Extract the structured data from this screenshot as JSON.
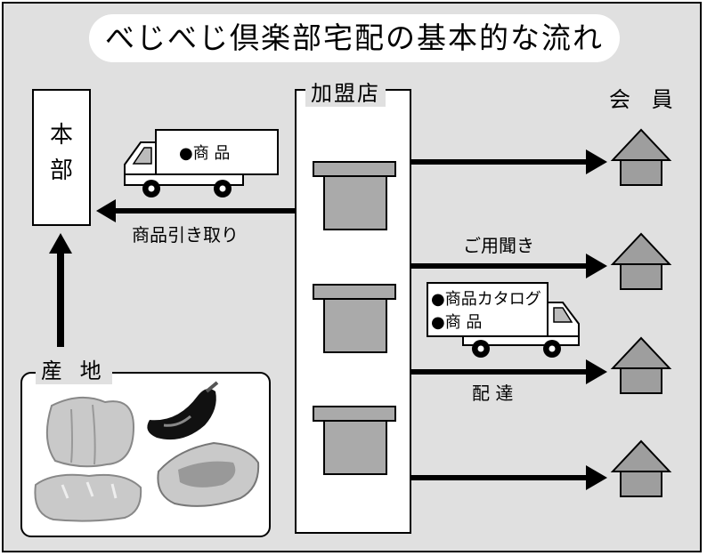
{
  "title": "べじべじ倶楽部宅配の基本的な流れ",
  "nodes": {
    "honbu": [
      "本",
      "部"
    ],
    "kamei": "加盟店",
    "kaiin": "会 員",
    "sanchi": "産 地"
  },
  "trucks": {
    "top": {
      "items": [
        "●商 品"
      ]
    },
    "right": {
      "items": [
        "●商品カタログ",
        "●商 品"
      ]
    }
  },
  "labels": {
    "pickup": "商品引き取り",
    "goyoukiki": "ご用聞き",
    "haitatsu": "配 達"
  }
}
